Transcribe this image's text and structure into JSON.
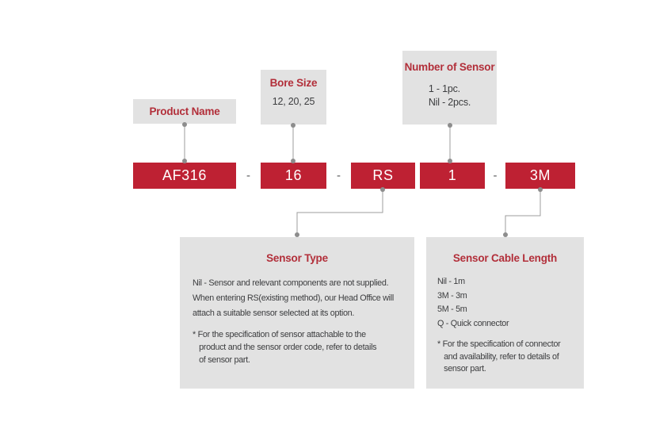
{
  "colors": {
    "code_box_red": "#be2133",
    "heading_red": "#b22f3a",
    "callout_gray": "#e2e2e2",
    "connector_line": "#9c9c9c",
    "connector_dot": "#8d8d8d",
    "separator_gray": "#58595b",
    "body_text": "#3c3d3f",
    "code_text": "#ffffff"
  },
  "code_row": {
    "boxes": [
      {
        "code": "AF316"
      },
      {
        "code": "16"
      },
      {
        "code": "RS"
      },
      {
        "code": "1"
      },
      {
        "code": "3M"
      }
    ],
    "separators": [
      "-",
      "-",
      "-"
    ]
  },
  "callouts": {
    "product_name": {
      "title": "Product Name"
    },
    "bore_size": {
      "title": "Bore Size",
      "body": "12, 20, 25"
    },
    "number_of_sensor": {
      "title": "Number of Sensor",
      "body": "1 - 1pc.\nNil - 2pcs."
    },
    "sensor_type": {
      "title": "Sensor Type",
      "body": "Nil - Sensor and relevant components are not supplied.\nWhen entering RS(existing method), our Head Office will\nattach a suitable sensor selected at its option.",
      "note": "* For the specification of sensor attachable to the\n   product and the sensor order code, refer to details\n   of sensor part."
    },
    "sensor_cable_length": {
      "title": "Sensor Cable Length",
      "body": "Nil - 1m\n3M - 3m\n5M - 5m\nQ - Quick connector",
      "note": "* For the specification of connector\n   and availability, refer to details of\n   sensor part."
    }
  }
}
